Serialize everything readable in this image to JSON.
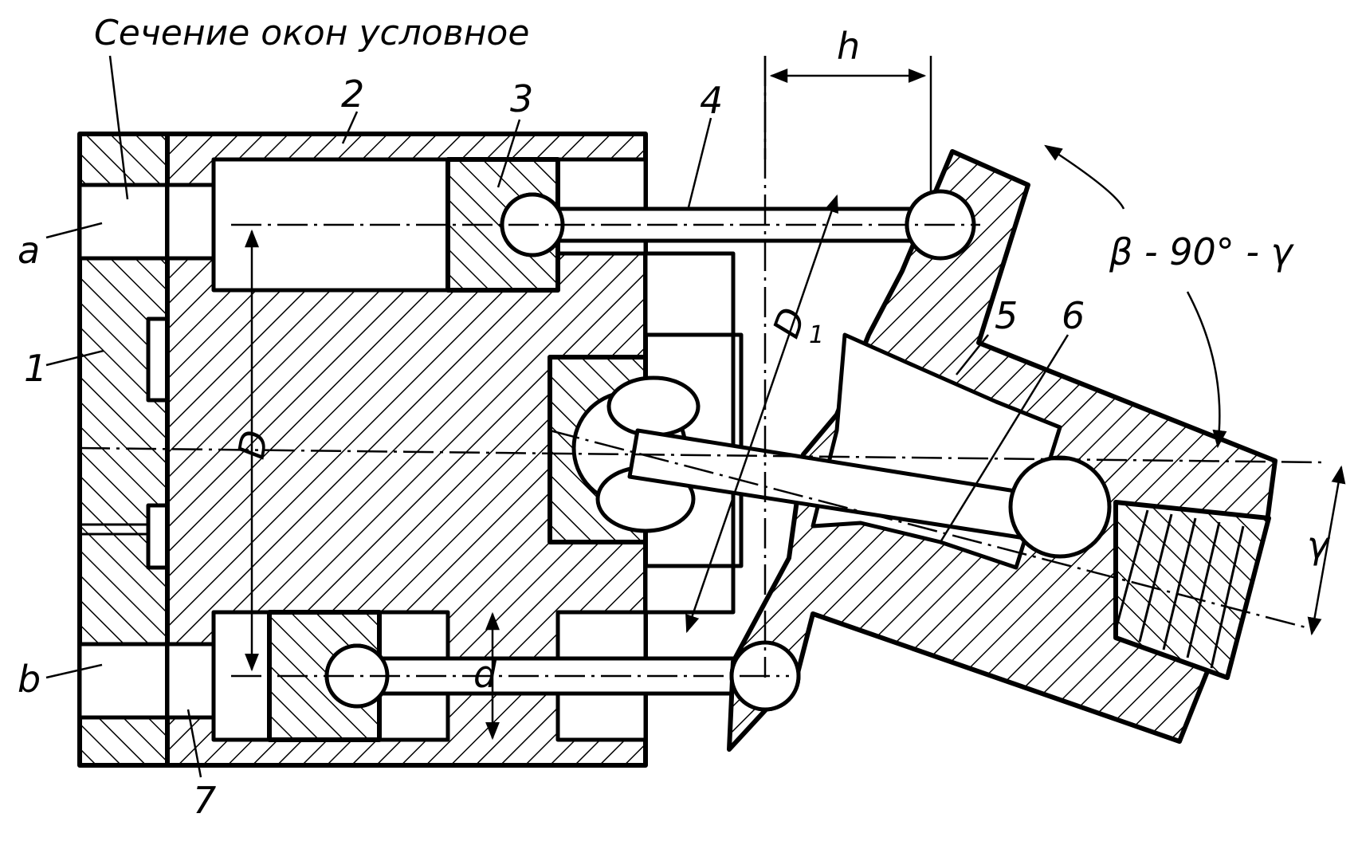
{
  "title_note": "Сечение окон условное",
  "part_labels": {
    "a": "a",
    "b": "b",
    "p1": "1",
    "p2": "2",
    "p3": "3",
    "p4": "4",
    "p5": "5",
    "p6": "6",
    "p7": "7"
  },
  "dimensions": {
    "h": "h",
    "D": "D",
    "D1": "D",
    "D1_sub": "1",
    "d": "d",
    "gamma": "γ",
    "beta_formula": "β - 90° - γ"
  },
  "colors": {
    "ink": "#000000",
    "paper": "#ffffff"
  }
}
